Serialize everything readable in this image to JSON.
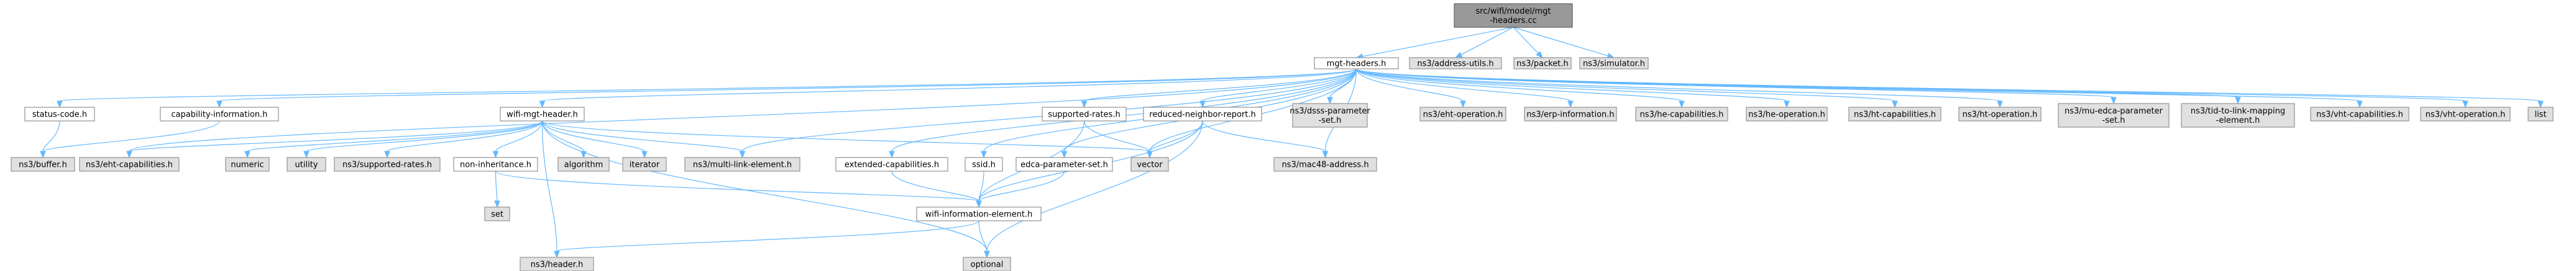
{
  "nodes": {
    "root": [
      "src/wifi/model/mgt",
      "-headers.cc"
    ],
    "mgt_h": [
      "mgt-headers.h"
    ],
    "addr_utils": [
      "ns3/address-utils.h"
    ],
    "packet": [
      "ns3/packet.h"
    ],
    "simulator": [
      "ns3/simulator.h"
    ],
    "status_code": [
      "status-code.h"
    ],
    "cap_info": [
      "capability-information.h"
    ],
    "wifi_mgt": [
      "wifi-mgt-header.h"
    ],
    "sup_rates": [
      "supported-rates.h"
    ],
    "reduced": [
      "reduced-neighbor-report.h"
    ],
    "dsss": [
      "ns3/dsss-parameter",
      "-set.h"
    ],
    "eht_op": [
      "ns3/eht-operation.h"
    ],
    "erp": [
      "ns3/erp-information.h"
    ],
    "he_cap": [
      "ns3/he-capabilities.h"
    ],
    "he_op": [
      "ns3/he-operation.h"
    ],
    "ht_cap": [
      "ns3/ht-capabilities.h"
    ],
    "ht_op": [
      "ns3/ht-operation.h"
    ],
    "mu_edca": [
      "ns3/mu-edca-parameter",
      "-set.h"
    ],
    "tid": [
      "ns3/tid-to-link-mapping",
      "-element.h"
    ],
    "vht_cap": [
      "ns3/vht-capabilities.h"
    ],
    "vht_op": [
      "ns3/vht-operation.h"
    ],
    "list": [
      "list"
    ],
    "buffer": [
      "ns3/buffer.h"
    ],
    "eht_cap": [
      "ns3/eht-capabilities.h"
    ],
    "numeric": [
      "numeric"
    ],
    "utility": [
      "utility"
    ],
    "ns3_sup_rates": [
      "ns3/supported-rates.h"
    ],
    "non_inh": [
      "non-inheritance.h"
    ],
    "algorithm": [
      "algorithm"
    ],
    "iterator": [
      "iterator"
    ],
    "mle": [
      "ns3/multi-link-element.h"
    ],
    "ext_cap": [
      "extended-capabilities.h"
    ],
    "ssid": [
      "ssid.h"
    ],
    "edca": [
      "edca-parameter-set.h"
    ],
    "vector": [
      "vector"
    ],
    "mac48": [
      "ns3/mac48-address.h"
    ],
    "set": [
      "set"
    ],
    "wie": [
      "wifi-information-element.h"
    ],
    "header": [
      "ns3/header.h"
    ],
    "optional": [
      "optional"
    ]
  }
}
